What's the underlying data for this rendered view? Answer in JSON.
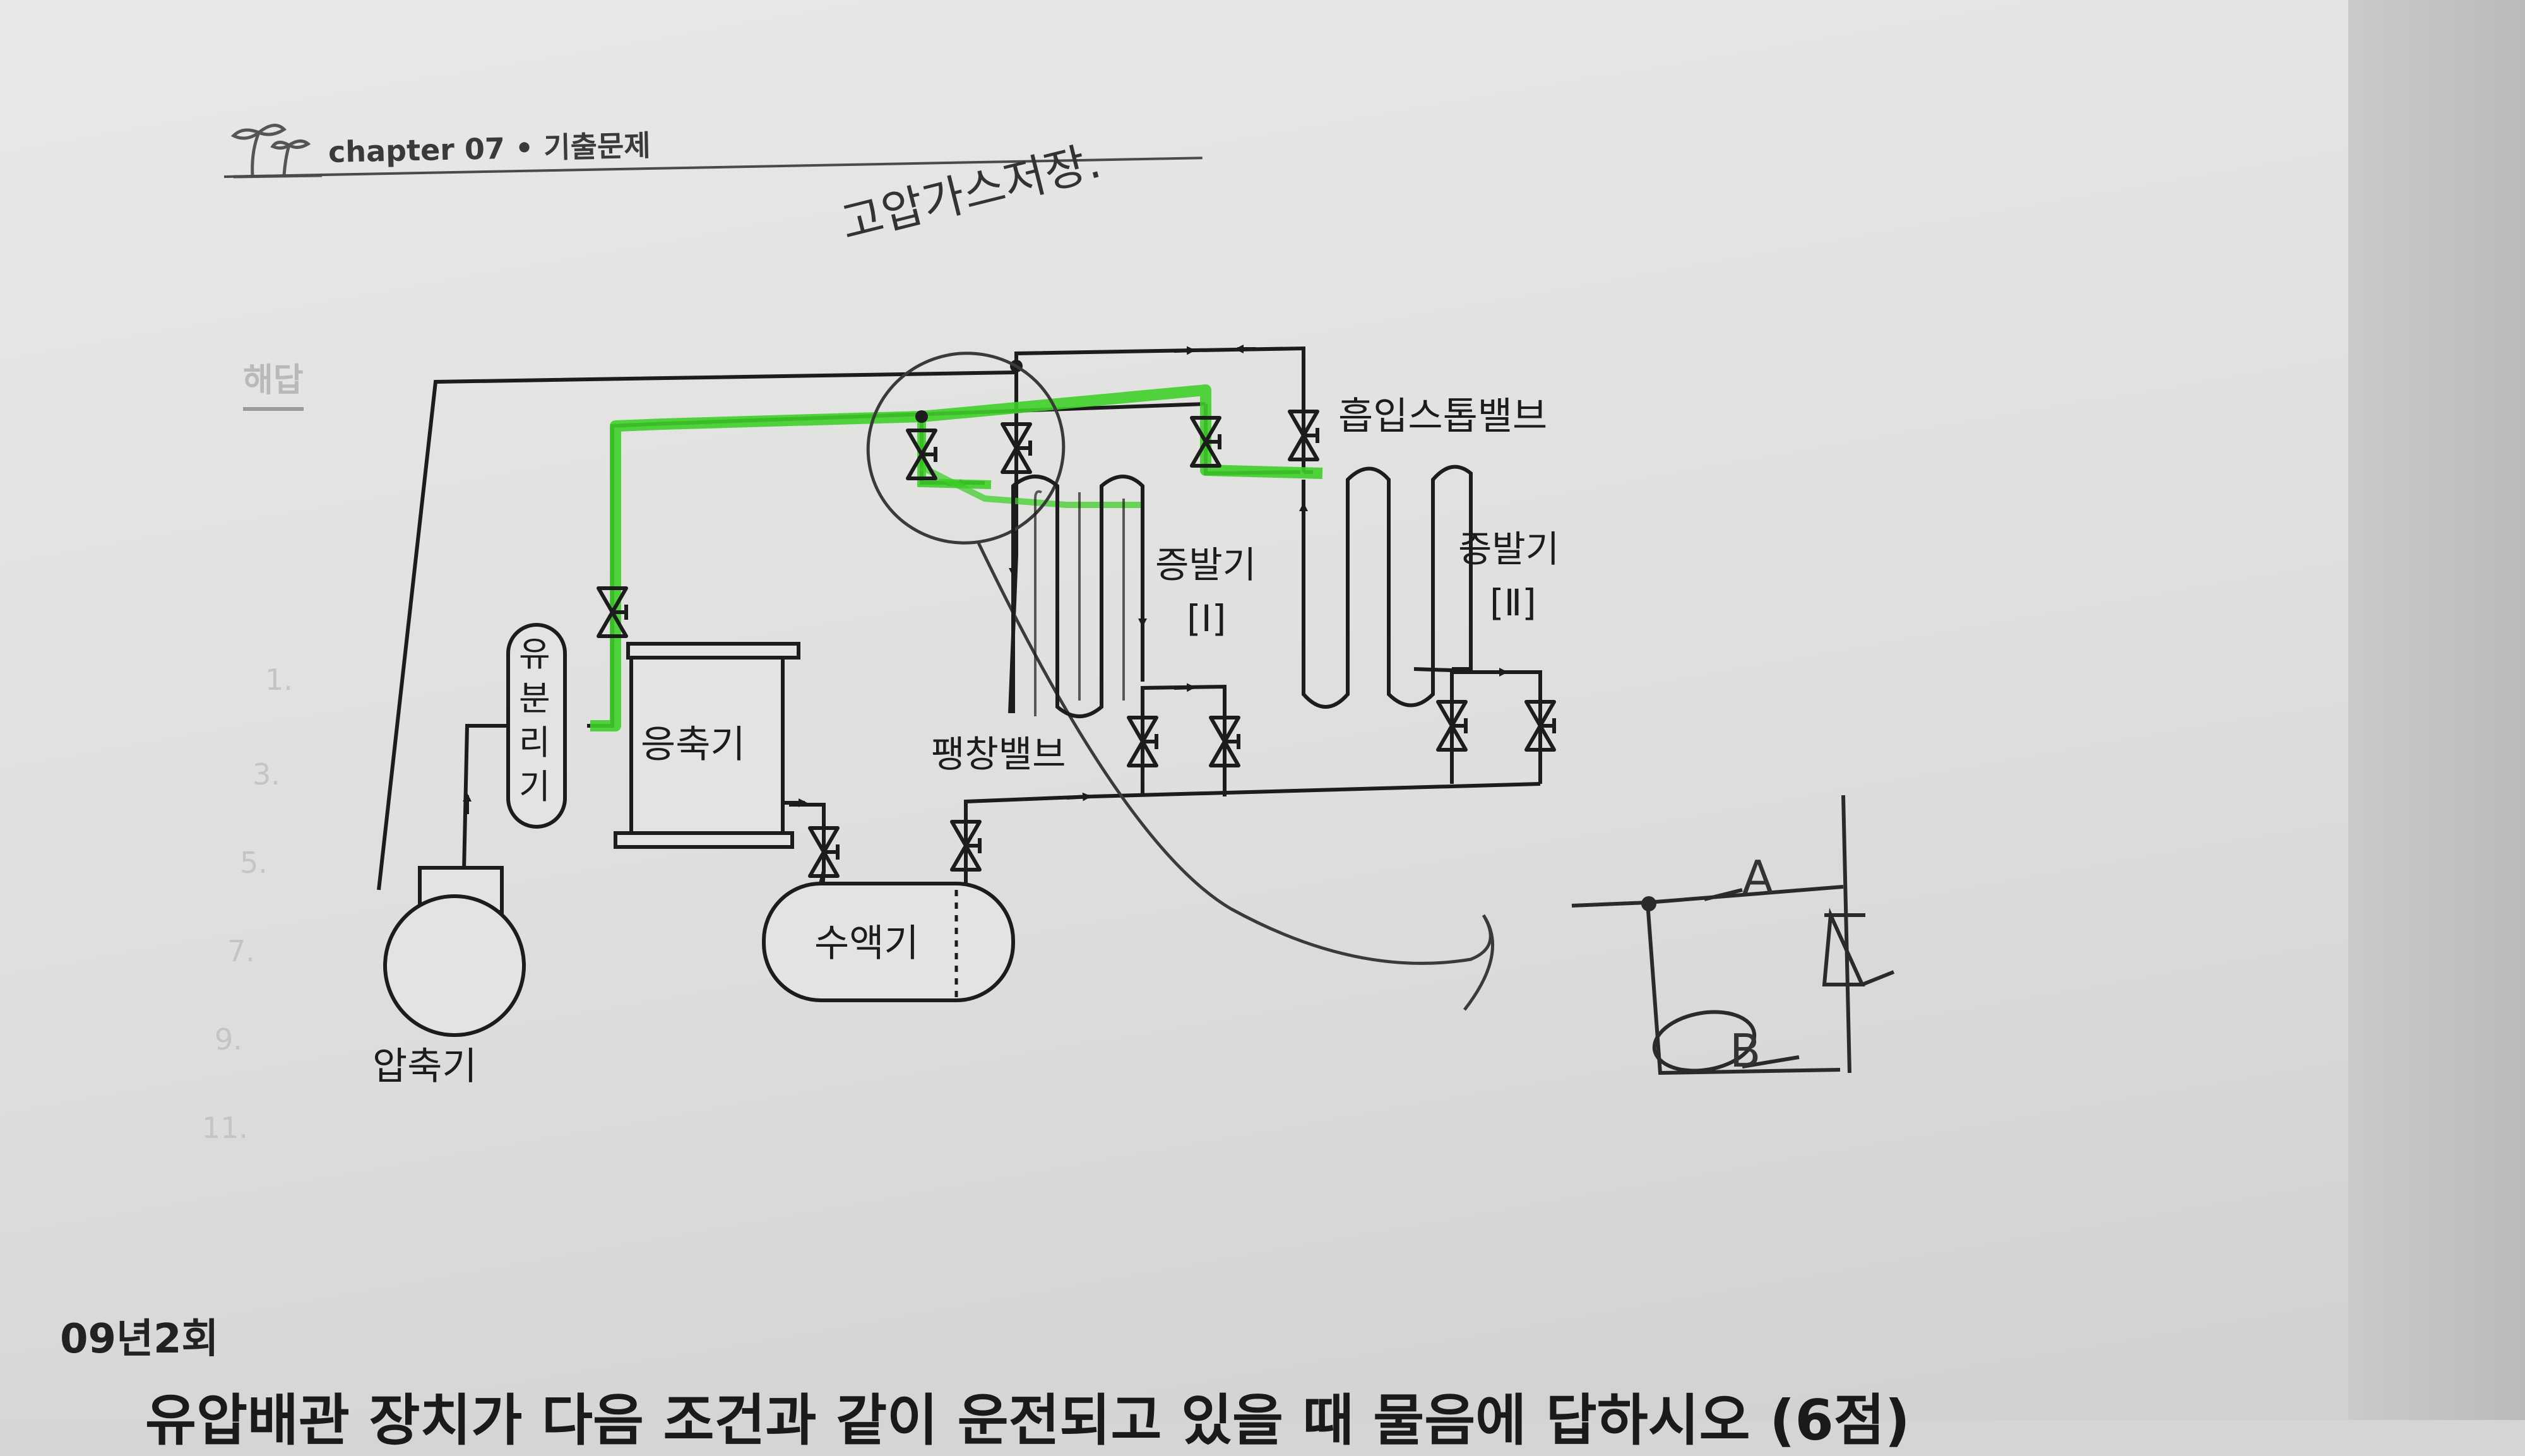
{
  "header": {
    "chapter_title": "chapter 07 • 기출문제",
    "handwritten_note": "고압가스저장."
  },
  "section": {
    "answer_label": "해답"
  },
  "diagram": {
    "labels": {
      "suction_stop_valve": "흡입스톱밸브",
      "evaporator_1": "증발기",
      "evaporator_1_num": "[Ⅰ]",
      "evaporator_2": "증발기",
      "evaporator_2_num": "[Ⅱ]",
      "oil_separator_v1": "유",
      "oil_separator_v2": "분",
      "oil_separator_v3": "리",
      "oil_separator_v4": "기",
      "condenser": "응축기",
      "expansion_valve": "팽창밸브",
      "receiver": "수액기",
      "compressor": "압축기"
    },
    "hand_sketch": {
      "label_a": "A",
      "label_b": "B"
    },
    "colors": {
      "highlight": "#3fcf2a",
      "ink": "#1c1c1c",
      "pencil": "#3a3a3a"
    }
  },
  "footer": {
    "question_number": "09년2회",
    "question_text": "유압배관 장치가 다음 조건과 같이 운전되고 있을 때 물음에 답하시오 (6점)"
  }
}
